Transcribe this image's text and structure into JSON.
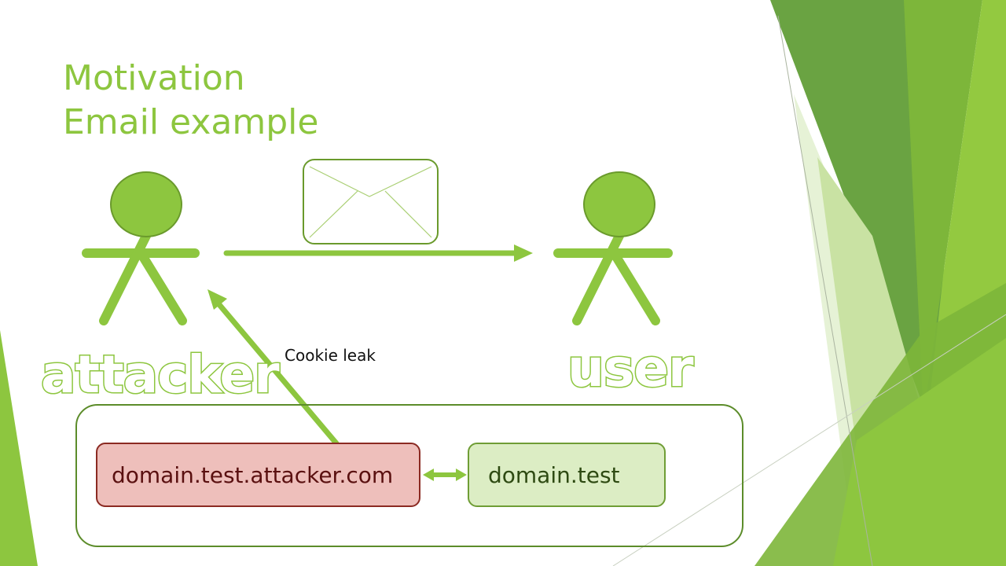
{
  "slide": {
    "title_line1": "Motivation",
    "title_line2": "Email example"
  },
  "actors": {
    "attacker_label": "attacker",
    "user_label": "user"
  },
  "annotations": {
    "cookie_leak": "Cookie leak"
  },
  "domains": {
    "attacker_domain": "domain.test.attacker.com",
    "target_domain": "domain.test"
  },
  "colors": {
    "accent_green": "#8dc63f",
    "dark_green": "#5c8c2a",
    "attacker_box_fill": "#eebfbb",
    "attacker_box_border": "#8b2a22",
    "target_box_fill": "#dcedc4"
  },
  "icons": {
    "message": "envelope-icon"
  }
}
